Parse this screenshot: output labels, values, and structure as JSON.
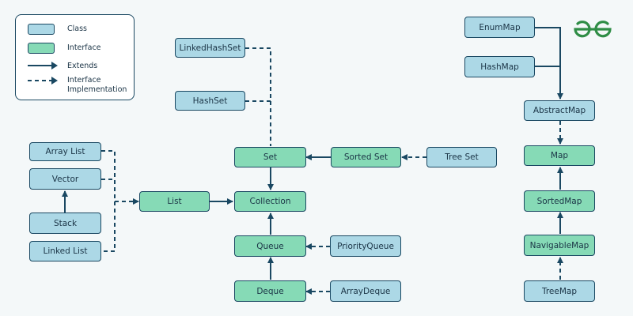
{
  "legend": {
    "class": "Class",
    "interface": "Interface",
    "extends": "Extends",
    "impl_line1": "Interface",
    "impl_line2": "Implementation"
  },
  "colors": {
    "class_fill": "#acd8e6",
    "interface_fill": "#86dab6",
    "line": "#1a4862",
    "logo": "#2f8d46"
  },
  "logo_icon": "geeksforgeeks-logo",
  "nodes": {
    "linkedhashset": "LinkedHashSet",
    "hashset": "HashSet",
    "set": "Set",
    "sortedset": "Sorted Set",
    "treeset": "Tree Set",
    "arraylist": "Array List",
    "vector": "Vector",
    "stack": "Stack",
    "linkedlist": "Linked List",
    "list": "List",
    "collection": "Collection",
    "queue": "Queue",
    "priorityqueue": "PriorityQueue",
    "deque": "Deque",
    "arraydeque": "ArrayDeque",
    "enummap": "EnumMap",
    "hashmap": "HashMap",
    "abstractmap": "AbstractMap",
    "map": "Map",
    "sortedmap": "SortedMap",
    "navigablemap": "NavigableMap",
    "treemap": "TreeMap"
  }
}
